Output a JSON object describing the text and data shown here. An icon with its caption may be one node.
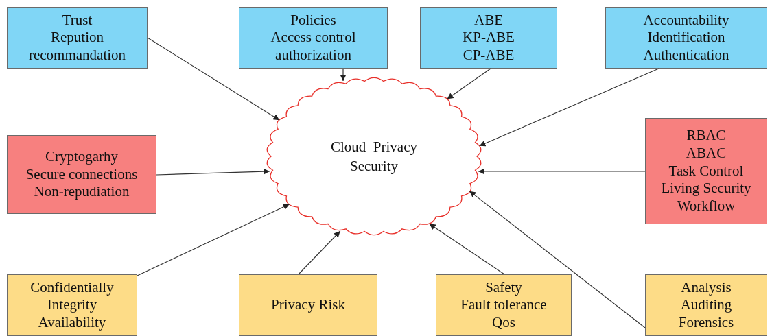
{
  "diagram": {
    "nodes": [
      {
        "text": [
          "Trust",
          "Repution",
          "recommandation"
        ]
      },
      {
        "text": [
          "Policies",
          "Access control",
          "authorization"
        ]
      },
      {
        "text": [
          "ABE",
          "KP-ABE",
          "CP-ABE"
        ]
      },
      {
        "text": [
          "Accountability",
          "Identification",
          "Authentication"
        ]
      },
      {
        "text": [
          "Cryptogarhy",
          "Secure connections",
          "Non-repudiation"
        ]
      },
      {
        "text": [
          "Cloud  Privacy Security"
        ]
      },
      {
        "text": [
          "RBAC",
          "ABAC",
          "Task Control",
          "Living Security",
          "Workflow"
        ]
      },
      {
        "text": [
          "Confidentially",
          "Integrity",
          "Availability"
        ]
      },
      {
        "text": [
          "Privacy Risk"
        ]
      },
      {
        "text": [
          "Safety",
          "Fault tolerance",
          "Qos"
        ]
      },
      {
        "text": [
          "Analysis",
          "Auditing",
          "Forensics"
        ]
      }
    ],
    "edges": [
      {
        "from": 0,
        "to": 5,
        "arrow": "to"
      },
      {
        "from": 1,
        "to": 5,
        "arrow": "to"
      },
      {
        "from": 2,
        "to": 5,
        "arrow": "to"
      },
      {
        "from": 3,
        "to": 5,
        "arrow": "to"
      },
      {
        "from": 4,
        "to": 5,
        "arrow": "to"
      },
      {
        "from": 6,
        "to": 5,
        "arrow": "to"
      },
      {
        "from": 7,
        "to": 5,
        "arrow": "to"
      },
      {
        "from": 8,
        "to": 5,
        "arrow": "to"
      },
      {
        "from": 9,
        "to": 5,
        "arrow": "to"
      },
      {
        "from": 10,
        "to": 5,
        "arrow": "to"
      }
    ]
  }
}
